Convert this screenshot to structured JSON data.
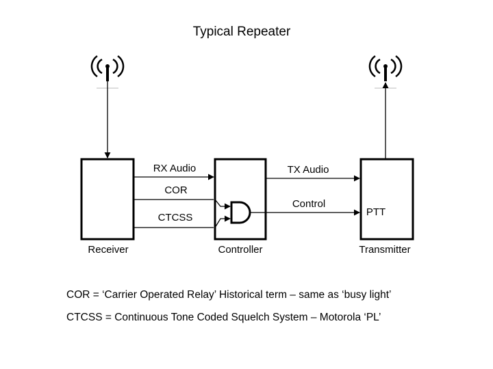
{
  "title": "Typical Repeater",
  "blocks": {
    "receiver": "Receiver",
    "controller": "Controller",
    "transmitter": "Transmitter"
  },
  "signals": {
    "rx_audio": "RX Audio",
    "cor": "COR",
    "ctcss": "CTCSS",
    "tx_audio": "TX Audio",
    "control": "Control",
    "ptt": "PTT"
  },
  "icons": {
    "left_antenna": "antenna-icon",
    "right_antenna": "antenna-icon",
    "gate": "and-gate-icon"
  },
  "notes": [
    {
      "term": "COR",
      "text": " = ‘Carrier Operated Relay’   Historical term – same as ‘busy light’"
    },
    {
      "term": "CTCSS",
      "text": " = Continuous Tone Coded Squelch System – Motorola ‘PL’"
    }
  ]
}
